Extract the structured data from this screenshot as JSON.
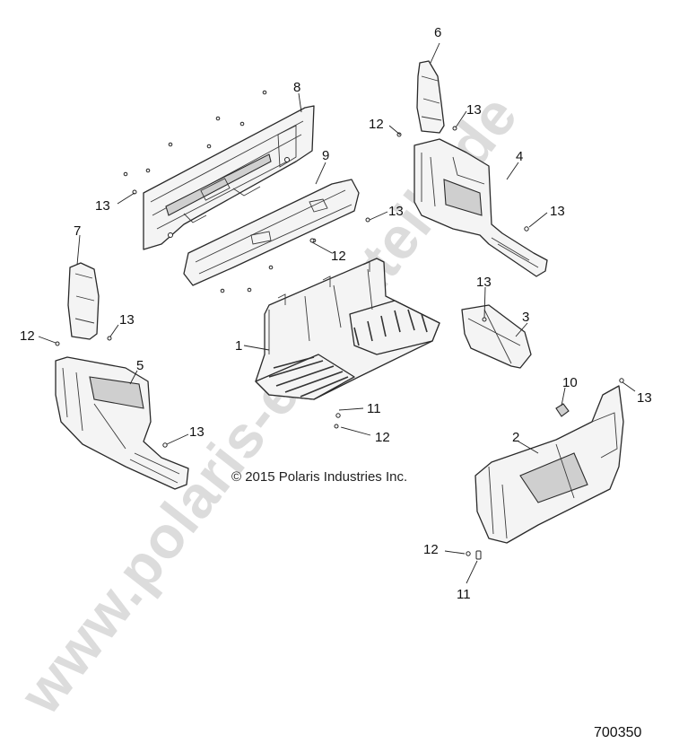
{
  "watermark": "www.polaris-ersatzteile.de",
  "copyright": "© 2015 Polaris Industries Inc.",
  "document_number": "700350",
  "callouts": {
    "c1": "1",
    "c2": "2",
    "c3": "3",
    "c4": "4",
    "c5": "5",
    "c6": "6",
    "c7": "7",
    "c8": "8",
    "c9": "9",
    "c10": "10",
    "c11a": "11",
    "c11b": "11",
    "c12a": "12",
    "c12b": "12",
    "c12c": "12",
    "c12d": "12",
    "c12e": "12",
    "c13a": "13",
    "c13b": "13",
    "c13c": "13",
    "c13d": "13",
    "c13e": "13",
    "c13f": "13",
    "c13g": "13",
    "c13h": "13"
  },
  "colors": {
    "line": "#2a2a2a",
    "watermark": "#b3b3b3"
  }
}
